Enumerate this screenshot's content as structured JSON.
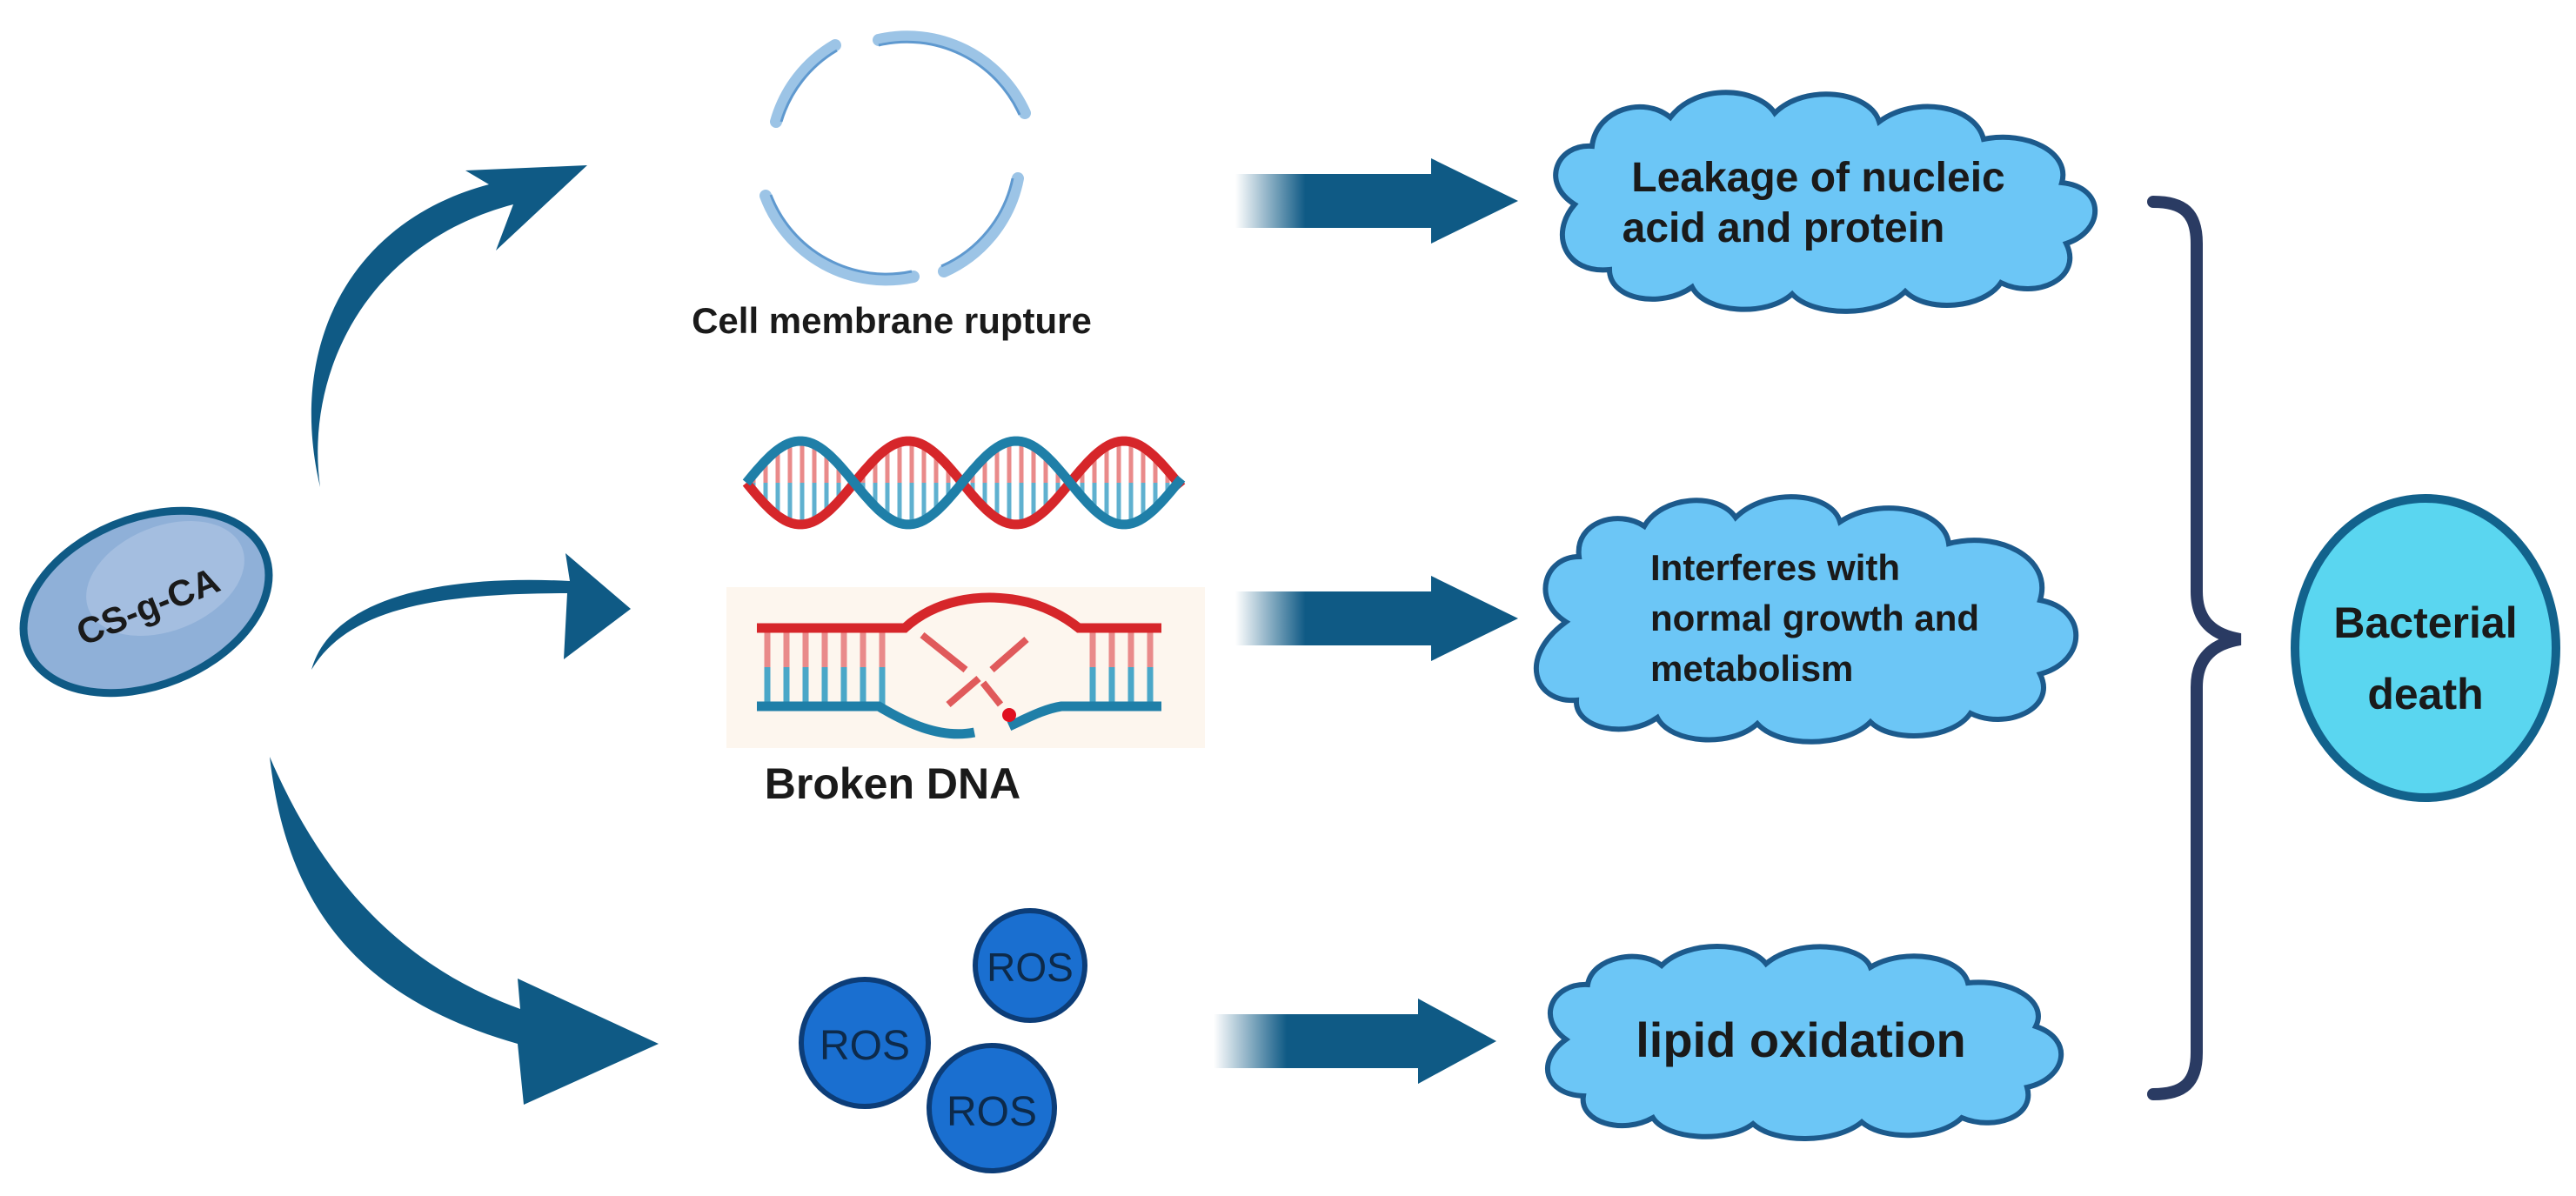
{
  "agent": {
    "label": "CS-g-CA"
  },
  "mechanisms": {
    "membrane": {
      "label": "Cell membrane rupture"
    },
    "dna": {
      "label": "Broken DNA"
    },
    "ros": {
      "particles": [
        "ROS",
        "ROS",
        "ROS"
      ]
    }
  },
  "effects": {
    "leakage": {
      "lines": [
        "Leakage of nucleic",
        "acid and protein"
      ]
    },
    "interference": {
      "lines": [
        "Interferes with",
        "normal growth and",
        "metabolism"
      ]
    },
    "oxidation": {
      "lines": [
        "lipid oxidation"
      ]
    }
  },
  "outcome": {
    "lines": [
      "Bacterial",
      "death"
    ]
  },
  "colors": {
    "arrow": "#0f5a85",
    "cloud_fill": "#6cc6f6",
    "cloud_stroke": "#1c5a8c",
    "ros_fill": "#1a6fd0",
    "ros_stroke": "#0c3d78",
    "death_fill": "#5ad6f0",
    "death_stroke": "#12628c",
    "dna_red": "#d6262a",
    "dna_blue": "#1f7fa8",
    "membrane": "#9cc4e6"
  }
}
